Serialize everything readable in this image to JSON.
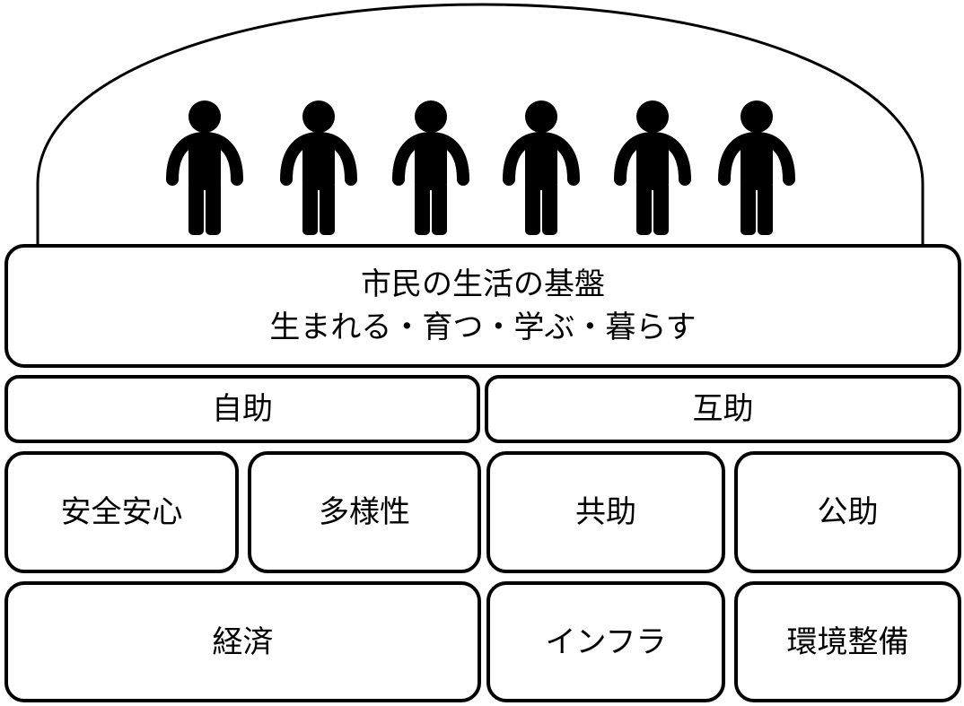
{
  "diagram": {
    "dome": {
      "icon": "dome-arch"
    },
    "people": [
      "person-icon",
      "person-icon",
      "person-icon",
      "person-icon",
      "person-icon",
      "person-icon"
    ],
    "foundation": {
      "line1": "市民の生活の基盤",
      "line2": "生まれる・育つ・学ぶ・暮らす"
    },
    "pillars_header": {
      "left": "自助",
      "right": "互助"
    },
    "pillars_middle": [
      "安全安心",
      "多様性",
      "共助",
      "公助"
    ],
    "pillars_bottom": [
      "経済",
      "インフラ",
      "環境整備"
    ]
  },
  "colors": {
    "line": "#000000",
    "background": "#ffffff"
  }
}
